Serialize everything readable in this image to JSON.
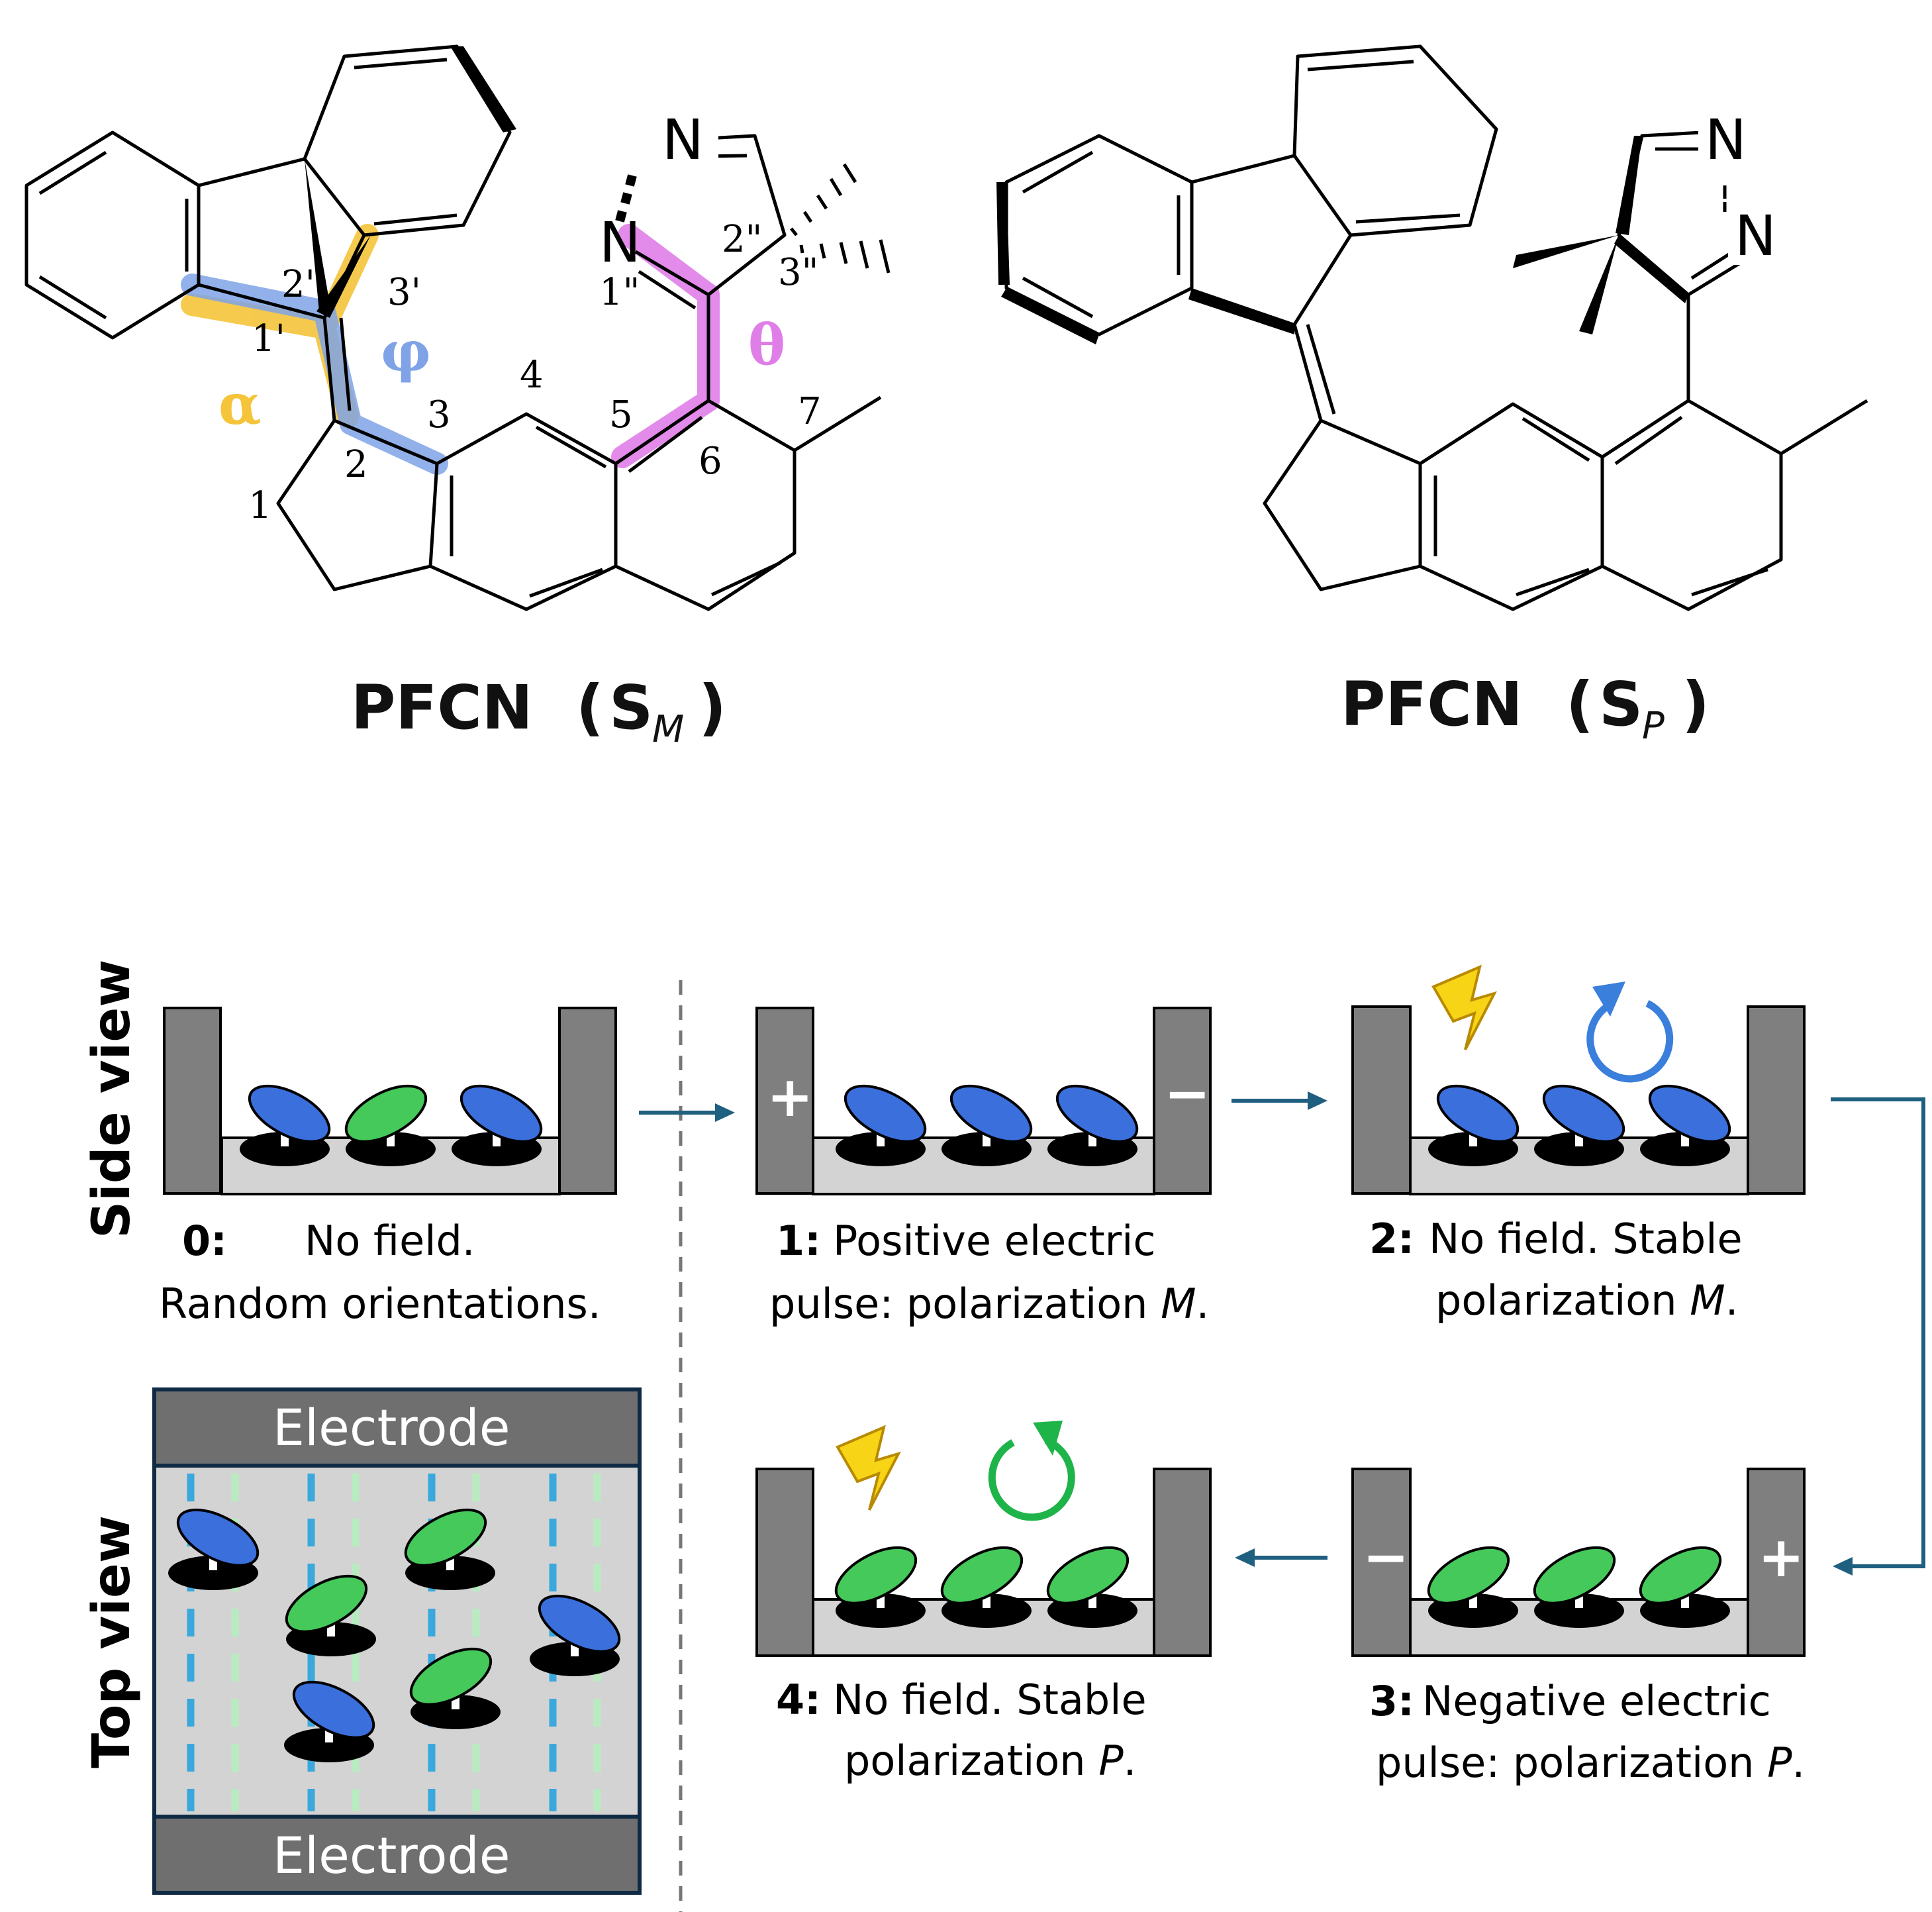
{
  "molecules": {
    "left": {
      "title_main": "PFCN",
      "title_open": "(",
      "title_S": "S",
      "title_sub": "M",
      "title_close": ")",
      "atoms": {
        "n1": "N",
        "n2": "N"
      },
      "numbers": [
        "1",
        "2",
        "3",
        "4",
        "5",
        "6",
        "7",
        "1'",
        "2'",
        "3'",
        "1\"",
        "2\"",
        "3\""
      ],
      "angles": {
        "alpha": "α",
        "phi": "φ",
        "theta": "θ"
      }
    },
    "right": {
      "title_main": "PFCN",
      "title_open": "(",
      "title_S": "S",
      "title_sub": "P",
      "title_close": ")",
      "atoms": {
        "n1": "N",
        "n2": "N"
      }
    }
  },
  "views": {
    "side": "Side view",
    "top": "Top view"
  },
  "panels": {
    "p0": {
      "num": "0:",
      "line1": "No field.",
      "line2": "Random orientations."
    },
    "p1": {
      "num": "1:",
      "line1": "Positive electric",
      "line2a": "pulse: polarization ",
      "line2b": "M",
      "line2c": ".",
      "left_sign": "+",
      "right_sign": "−"
    },
    "p2": {
      "num": "2:",
      "line1": "No field. Stable",
      "line2a": "polarization ",
      "line2b": "M",
      "line2c": "."
    },
    "p3": {
      "num": "3:",
      "line1": "Negative electric",
      "line2a": "pulse: polarization ",
      "line2b": "P",
      "line2c": ".",
      "left_sign": "−",
      "right_sign": "+"
    },
    "p4": {
      "num": "4:",
      "line1": "No field. Stable",
      "line2a": "polarization ",
      "line2b": "P",
      "line2c": "."
    }
  },
  "top_view": {
    "electrode_top": "Electrode",
    "electrode_bottom": "Electrode"
  },
  "colors": {
    "blue_rotor": "#3a6fdc",
    "green_rotor": "#45c95a",
    "electrode": "#7f7f7f",
    "substrate": "#d3d3d3",
    "arrow": "#1f5f7f",
    "alpha": "#f5c43a",
    "phi": "#7fa3e6",
    "theta": "#e07ee8"
  }
}
